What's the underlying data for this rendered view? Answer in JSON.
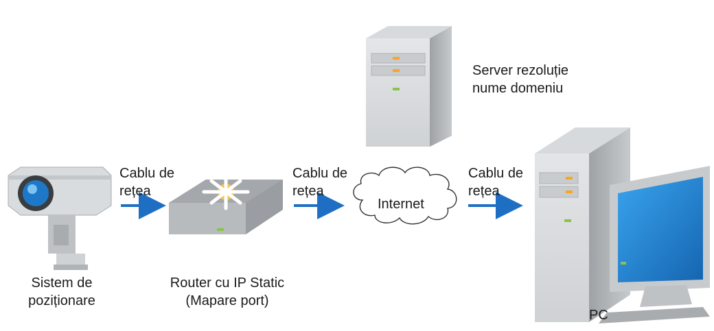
{
  "nodes": {
    "camera": {
      "label_line1": "Sistem de",
      "label_line2": "poziționare"
    },
    "router": {
      "label_line1": "Router cu IP Static",
      "label_line2": "(Mapare port)"
    },
    "internet": {
      "label": "Internet"
    },
    "dns_server": {
      "label_line1": "Server rezoluție",
      "label_line2": "nume domeniu"
    },
    "pc": {
      "label": "PC"
    }
  },
  "links": [
    {
      "label_line1": "Cablu de",
      "label_line2": "rețea"
    },
    {
      "label_line1": "Cablu de",
      "label_line2": "rețea"
    },
    {
      "label_line1": "Cablu de",
      "label_line2": "rețea"
    }
  ],
  "colors": {
    "arrow": "#1e6fc4",
    "device_gray": "#b9bcbf",
    "screen_blue": "#1f87d6",
    "led_green": "#8bc34a",
    "led_orange": "#f5a623"
  }
}
